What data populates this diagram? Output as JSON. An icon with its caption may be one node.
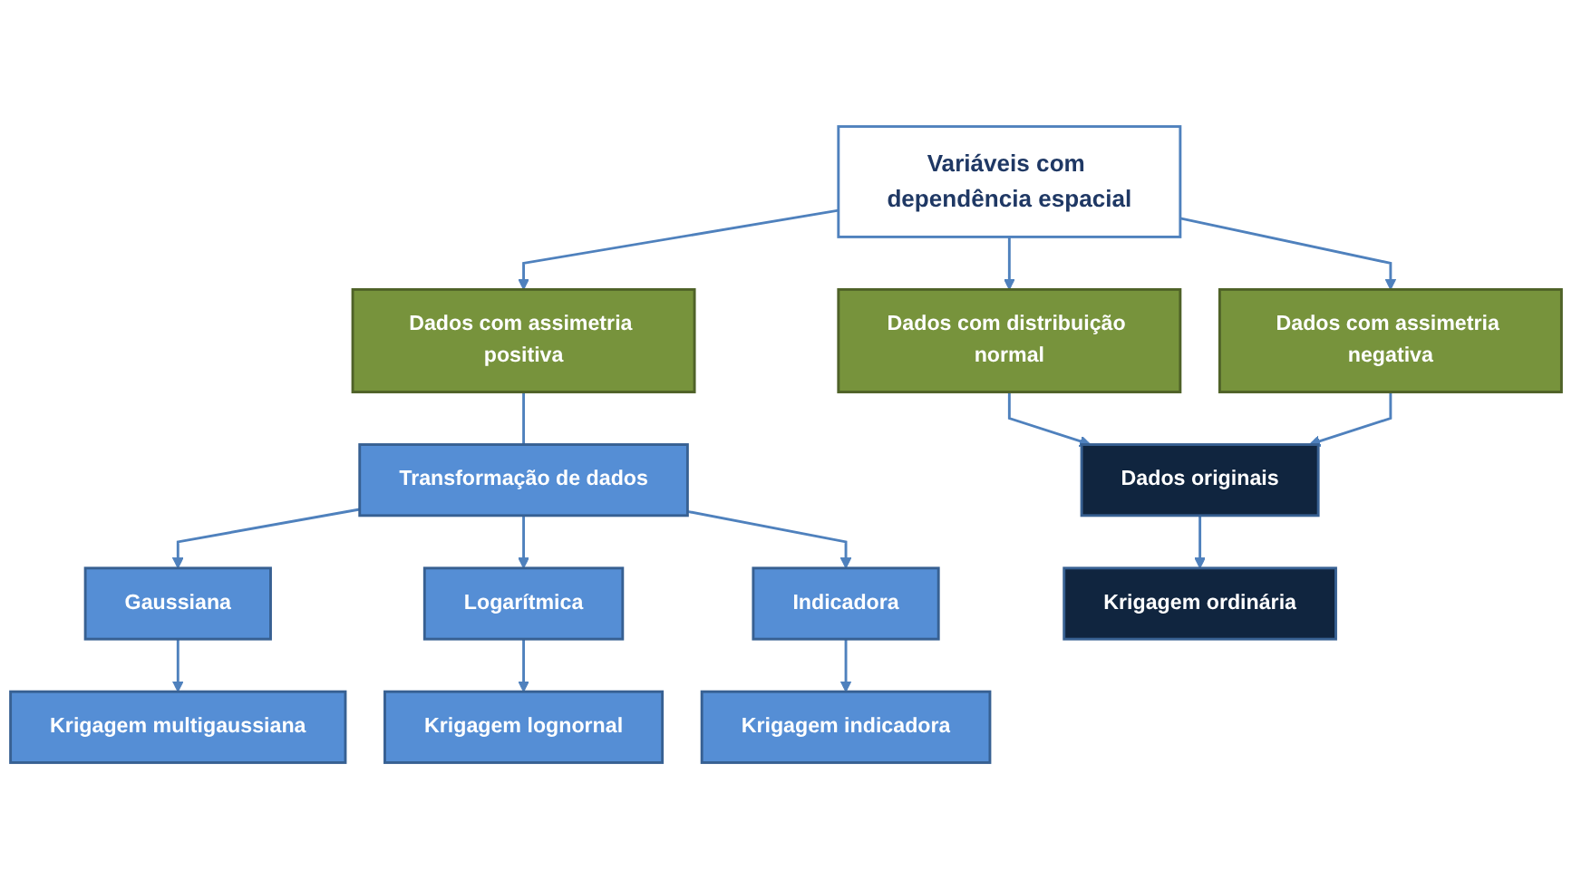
{
  "diagram": {
    "nodes": [
      {
        "text": [
          "Variáveis com dependência espacial"
        ]
      },
      {
        "text": [
          "Dados com distribuição normal"
        ]
      },
      {
        "text": [
          "Dados com assimetria negativa"
        ]
      },
      {
        "text": [
          "Dados com assimetria positiva"
        ]
      },
      {
        "text": [
          "Transformação de dados"
        ]
      },
      {
        "text": [
          "Dados originais"
        ]
      },
      {
        "text": [
          "Gaussiana"
        ]
      },
      {
        "text": [
          "Logarítmica"
        ]
      },
      {
        "text": [
          "Indicadora"
        ]
      },
      {
        "text": [
          "Krigagem ordinária"
        ]
      },
      {
        "text": [
          "Krigagem multigaussiana"
        ]
      },
      {
        "text": [
          "Krigagem lognornal"
        ]
      },
      {
        "text": [
          "Krigagem indicadora"
        ]
      }
    ],
    "edges": [
      {
        "from": 0,
        "to": 1,
        "arrow": "to"
      },
      {
        "from": 0,
        "to": 2,
        "arrow": "to"
      },
      {
        "from": 0,
        "to": 3,
        "arrow": "to"
      },
      {
        "from": 1,
        "to": 5,
        "arrow": "to"
      },
      {
        "from": 2,
        "to": 5,
        "arrow": "to"
      },
      {
        "from": 3,
        "to": 4,
        "arrow": "none"
      },
      {
        "from": 4,
        "to": 6,
        "arrow": "to"
      },
      {
        "from": 4,
        "to": 7,
        "arrow": "to"
      },
      {
        "from": 4,
        "to": 8,
        "arrow": "to"
      },
      {
        "from": 5,
        "to": 9,
        "arrow": "to"
      },
      {
        "from": 6,
        "to": 10,
        "arrow": "to"
      },
      {
        "from": 7,
        "to": 11,
        "arrow": "to"
      },
      {
        "from": 8,
        "to": 12,
        "arrow": "to"
      }
    ]
  }
}
